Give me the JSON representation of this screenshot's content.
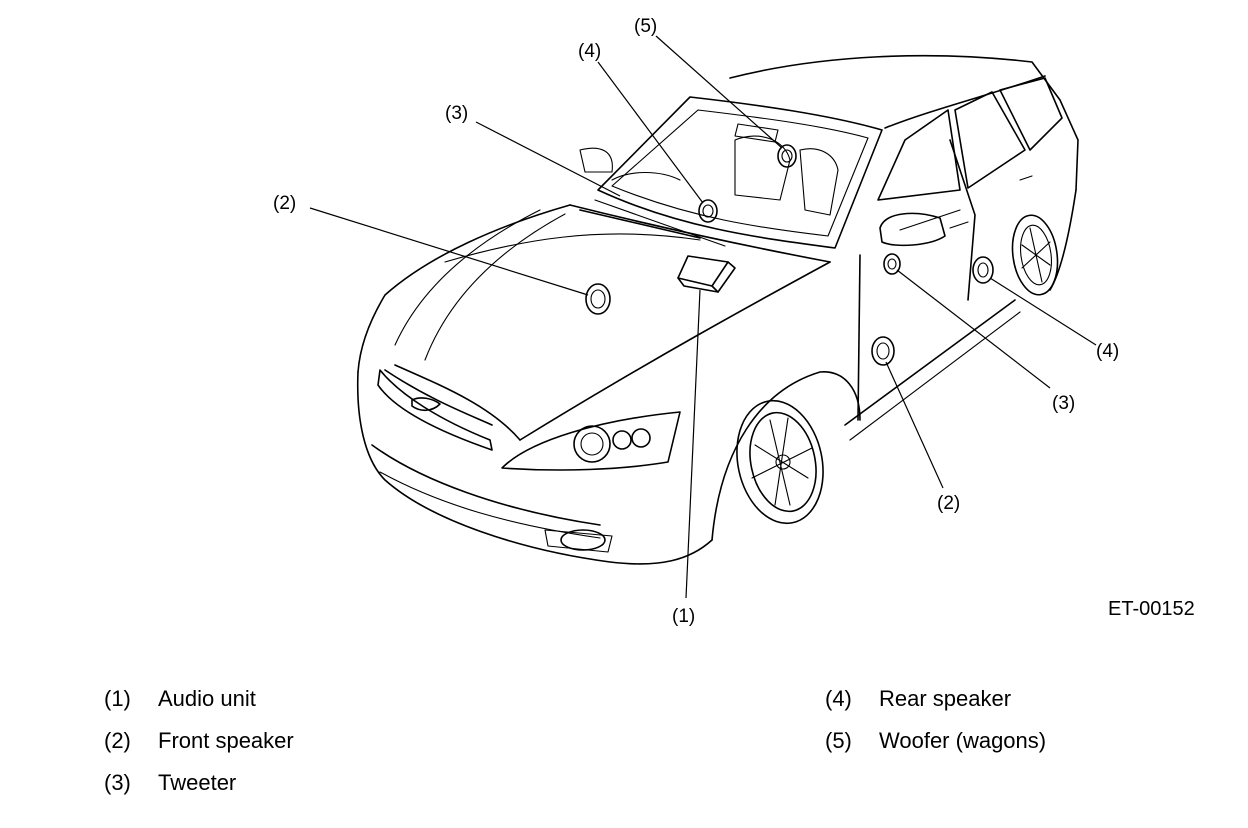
{
  "figure_code": "ET-00152",
  "callouts": [
    {
      "id": "1",
      "label": "(1)"
    },
    {
      "id": "2a",
      "label": "(2)"
    },
    {
      "id": "2b",
      "label": "(2)"
    },
    {
      "id": "3a",
      "label": "(3)"
    },
    {
      "id": "3b",
      "label": "(3)"
    },
    {
      "id": "4a",
      "label": "(4)"
    },
    {
      "id": "4b",
      "label": "(4)"
    },
    {
      "id": "5",
      "label": "(5)"
    }
  ],
  "legend": {
    "left": [
      {
        "num": "(1)",
        "text": "Audio unit"
      },
      {
        "num": "(2)",
        "text": "Front speaker"
      },
      {
        "num": "(3)",
        "text": "Tweeter"
      }
    ],
    "right": [
      {
        "num": "(4)",
        "text": "Rear speaker"
      },
      {
        "num": "(5)",
        "text": "Woofer (wagons)"
      }
    ]
  }
}
